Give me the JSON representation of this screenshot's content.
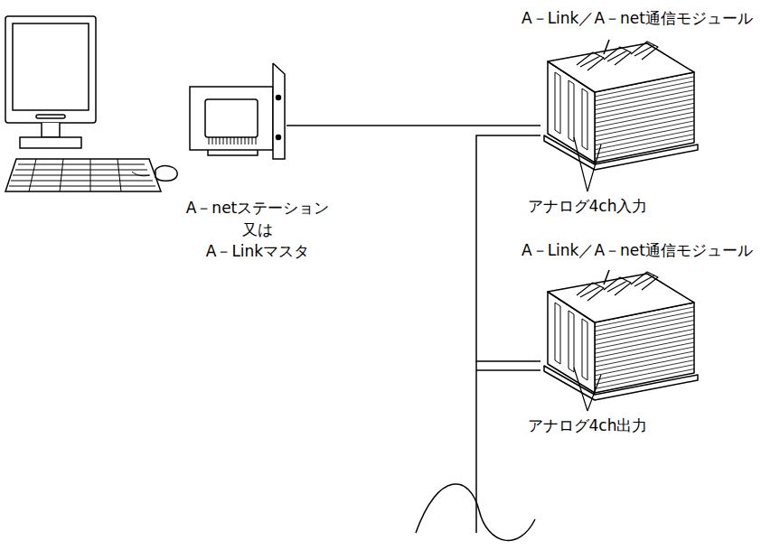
{
  "diagram": {
    "nodes": [
      {
        "text": [
          "A－netステーション",
          "又は",
          "A－Linkマスタ"
        ]
      },
      {
        "text": [
          "A－Link／A－net通信モジュール",
          "アナログ4ch入力"
        ]
      },
      {
        "text": [
          "A－Link／A－net通信モジュール",
          "アナログ4ch出力"
        ]
      }
    ],
    "edges": [
      {
        "from": 0,
        "to": 1,
        "arrow": "none"
      },
      {
        "from": 1,
        "to": 2,
        "arrow": "none"
      }
    ]
  }
}
